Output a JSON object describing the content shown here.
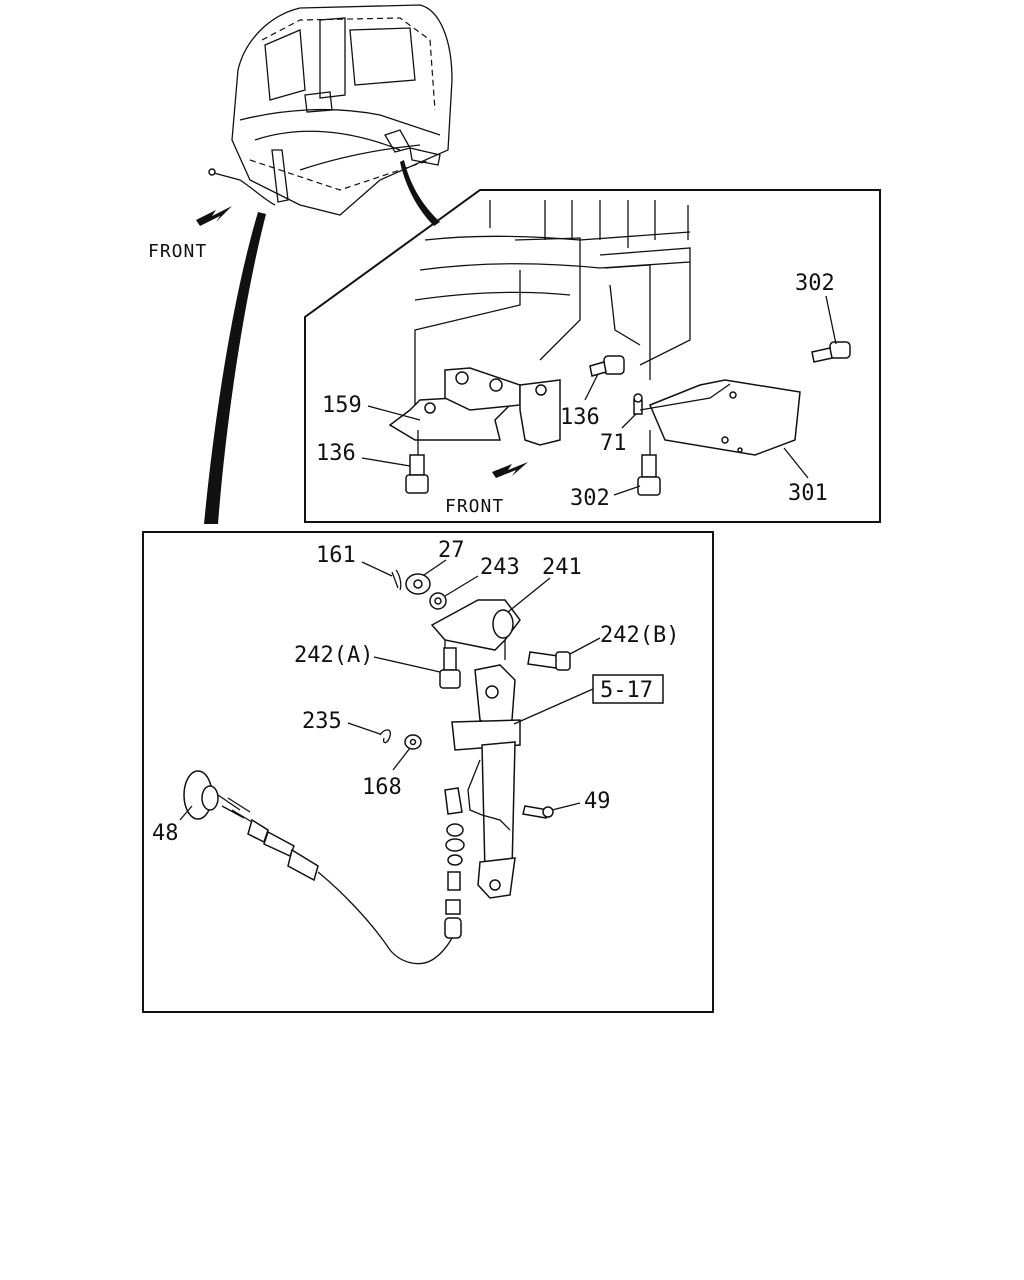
{
  "labels": {
    "front_top": "FRONT",
    "front_detail": "FRONT",
    "p302_a": "302",
    "p159": "159",
    "p136_a": "136",
    "p71": "71",
    "p136_b": "136",
    "p302_b": "302",
    "p301": "301",
    "p161": "161",
    "p27": "27",
    "p243": "243",
    "p241": "241",
    "p242a": "242(A)",
    "p242b": "242(B)",
    "p5_17": "5-17",
    "p235": "235",
    "p168": "168",
    "p49": "49",
    "p48": "48"
  }
}
